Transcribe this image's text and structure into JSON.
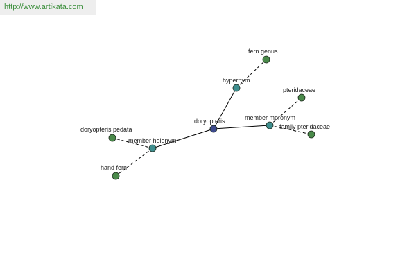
{
  "site": {
    "url": "http://www.artikata.com"
  },
  "colors": {
    "center": "#3d4a8c",
    "relation": "#3f8f8f",
    "leaf": "#4a8a4a"
  },
  "graph": {
    "nodes": [
      {
        "id": "doryopteris",
        "label": "doryopteris",
        "kind": "center"
      },
      {
        "id": "hypernym",
        "label": "hypernym",
        "kind": "relation"
      },
      {
        "id": "member_meronym",
        "label": "member meronym",
        "kind": "relation"
      },
      {
        "id": "member_holonym",
        "label": "member holonym",
        "kind": "relation"
      },
      {
        "id": "fern_genus",
        "label": "fern genus",
        "kind": "leaf"
      },
      {
        "id": "pteridaceae",
        "label": "pteridaceae",
        "kind": "leaf"
      },
      {
        "id": "family_pteridaceae",
        "label": "family pteridaceae",
        "kind": "leaf"
      },
      {
        "id": "doryopteris_pedata",
        "label": "doryopteris pedata",
        "kind": "leaf"
      },
      {
        "id": "hand_fern",
        "label": "hand fern",
        "kind": "leaf"
      }
    ],
    "edges": [
      {
        "from": "doryopteris",
        "to": "hypernym",
        "style": "solid"
      },
      {
        "from": "doryopteris",
        "to": "member_meronym",
        "style": "solid"
      },
      {
        "from": "doryopteris",
        "to": "member_holonym",
        "style": "solid"
      },
      {
        "from": "hypernym",
        "to": "fern_genus",
        "style": "dashed"
      },
      {
        "from": "member_meronym",
        "to": "pteridaceae",
        "style": "dashed"
      },
      {
        "from": "member_meronym",
        "to": "family_pteridaceae",
        "style": "dashed"
      },
      {
        "from": "member_holonym",
        "to": "doryopteris_pedata",
        "style": "dashed"
      },
      {
        "from": "member_holonym",
        "to": "hand_fern",
        "style": "dashed"
      }
    ]
  }
}
